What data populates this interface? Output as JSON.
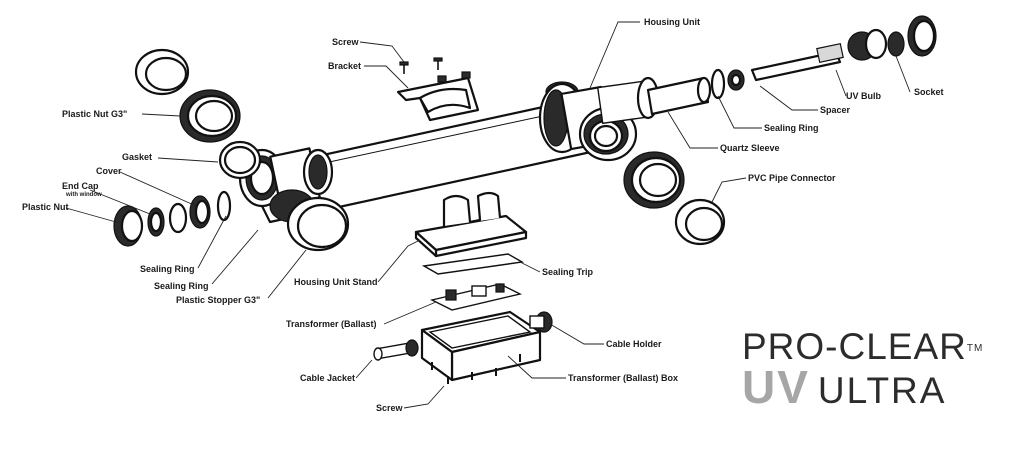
{
  "labels": {
    "screw_top": "Screw",
    "bracket": "Bracket",
    "housing_unit": "Housing Unit",
    "plastic_nut_g3": "Plastic Nut G3\"",
    "gasket": "Gasket",
    "cover": "Cover",
    "end_cap": "End Cap",
    "end_cap_sub": "with window",
    "plastic_nut": "Plastic Nut",
    "sealing_ring_1": "Sealing Ring",
    "sealing_ring_2": "Sealing Ring",
    "plastic_stopper": "Plastic Stopper G3\"",
    "spacer": "Spacer",
    "uv_bulb": "UV Bulb",
    "socket": "Socket",
    "sealing_ring_3": "Sealing Ring",
    "quartz_sleeve": "Quartz Sleeve",
    "pvc_pipe_connector": "PVC Pipe Connector",
    "housing_unit_stand": "Housing Unit Stand",
    "sealing_trip": "Sealing Trip",
    "transformer": "Transformer (Ballast)",
    "cable_holder": "Cable Holder",
    "cable_jacket": "Cable Jacket",
    "transformer_box": "Transformer (Ballast) Box",
    "screw_bottom": "Screw"
  },
  "logo": {
    "line1": "PRO-CLEAR",
    "trademark": "TM",
    "uv": "UV",
    "ultra": "ULTRA",
    "uv_color": "#a6a6a6",
    "text_color": "#2c2c2c"
  }
}
